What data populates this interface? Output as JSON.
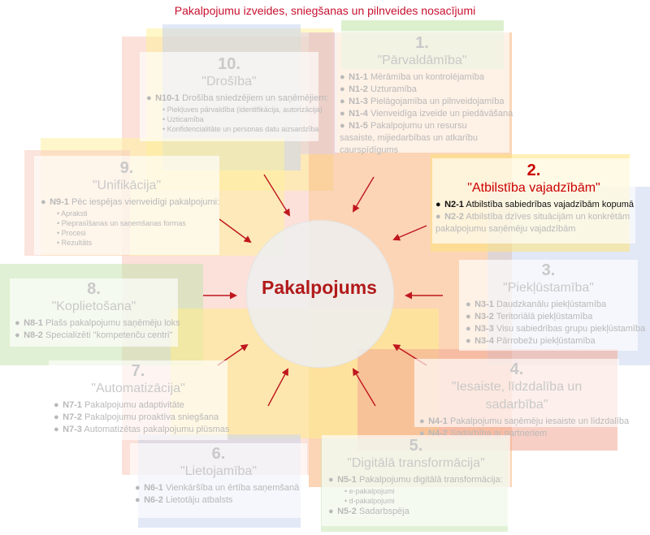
{
  "title": "Pakalpojumu izveides, sniegšanas un pilnveides nosacījumi",
  "center": "Pakalpojums",
  "colors": {
    "accent": "#c8102e",
    "arrow": "#c0161d",
    "bands": [
      "#f7b7a8",
      "#f6b26b",
      "#ffe97a",
      "#b9c9ea",
      "#b7df9a",
      "#d9c8e6"
    ]
  },
  "cards": [
    {
      "num": "1.",
      "title": "\"Pārvaldāmība\"",
      "items": [
        {
          "code": "N1-1",
          "text": "Mērāmība un kontrolējamība"
        },
        {
          "code": "N1-2",
          "text": "Uzturamība"
        },
        {
          "code": "N1-3",
          "text": "Pielāgojamība un pilnveidojamība"
        },
        {
          "code": "N1-4",
          "text": "Vienveidīga izveide un piedāvāšana"
        },
        {
          "code": "N1-5",
          "text": "Pakalpojumu un resursu sasaiste, mijiedarbības un atkarību caurspīdīgums"
        }
      ]
    },
    {
      "num": "2.",
      "title": "\"Atbilstība vajadzībām\"",
      "items": [
        {
          "code": "N2-1",
          "text": "Atbilstība sabiedrības vajadzībām kopumā"
        },
        {
          "code": "N2-2",
          "text": "Atbilstība dzīves situācijām un konkrētām pakalpojumu saņēmēju vajadzībām"
        }
      ]
    },
    {
      "num": "3.",
      "title": "\"Piekļūstamība\"",
      "items": [
        {
          "code": "N3-1",
          "text": "Daudzkanālu piekļūstamība"
        },
        {
          "code": "N3-2",
          "text": "Teritoriālā piekļūstamība"
        },
        {
          "code": "N3-3",
          "text": "Visu sabiedrības grupu piekļūstamība"
        },
        {
          "code": "N3-4",
          "text": "Pārrobežu piekļūstamība"
        }
      ]
    },
    {
      "num": "4.",
      "title": "\"Iesaiste, līdzdalība un sadarbība\"",
      "items": [
        {
          "code": "N4-1",
          "text": "Pakalpojumu saņēmēju iesaiste un līdzdalība"
        },
        {
          "code": "N4-2",
          "text": "Sadarbība ar partneriem"
        }
      ]
    },
    {
      "num": "5.",
      "title": "\"Digitālā transformācija\"",
      "items": [
        {
          "code": "N5-1",
          "text": "Pakalpojumu digitālā transformācija:",
          "subs": [
            "e-pakalpojumi",
            "d-pakalpojumi"
          ]
        },
        {
          "code": "N5-2",
          "text": "Sadarbspēja"
        }
      ]
    },
    {
      "num": "6.",
      "title": "\"Lietojamība\"",
      "items": [
        {
          "code": "N6-1",
          "text": "Vienkāršība un ērtība saņemšanā"
        },
        {
          "code": "N6-2",
          "text": "Lietotāju atbalsts"
        }
      ]
    },
    {
      "num": "7.",
      "title": "\"Automatizācija\"",
      "items": [
        {
          "code": "N7-1",
          "text": "Pakalpojumu adaptivitāte"
        },
        {
          "code": "N7-2",
          "text": "Pakalpojumu proaktīva sniegšana"
        },
        {
          "code": "N7-3",
          "text": "Automatizētas pakalpojumu plūsmas"
        }
      ]
    },
    {
      "num": "8.",
      "title": "\"Koplietošana\"",
      "items": [
        {
          "code": "N8-1",
          "text": "Plašs pakalpojumu saņēmēju loks"
        },
        {
          "code": "N8-2",
          "text": "Specializēti \"kompetenču centri\""
        }
      ]
    },
    {
      "num": "9.",
      "title": "\"Unifikācija\"",
      "items": [
        {
          "code": "N9-1",
          "text": "Pēc iespējas vienveidīgi pakalpojumi:",
          "subs": [
            "Apraksti",
            "Pieprasīšanas un saņemšanas formas",
            "Procesi",
            "Rezultāts"
          ]
        }
      ]
    },
    {
      "num": "10.",
      "title": "\"Drošība\"",
      "items": [
        {
          "code": "N10-1",
          "text": "Drošība sniedzējiem un saņēmējiem:",
          "subs": [
            "Piekļuves pārvaldība (identifikācija, autorizācija)",
            "Uzticamība",
            "Konfidencialitāte un personas datu aizsardzība"
          ]
        }
      ]
    }
  ]
}
